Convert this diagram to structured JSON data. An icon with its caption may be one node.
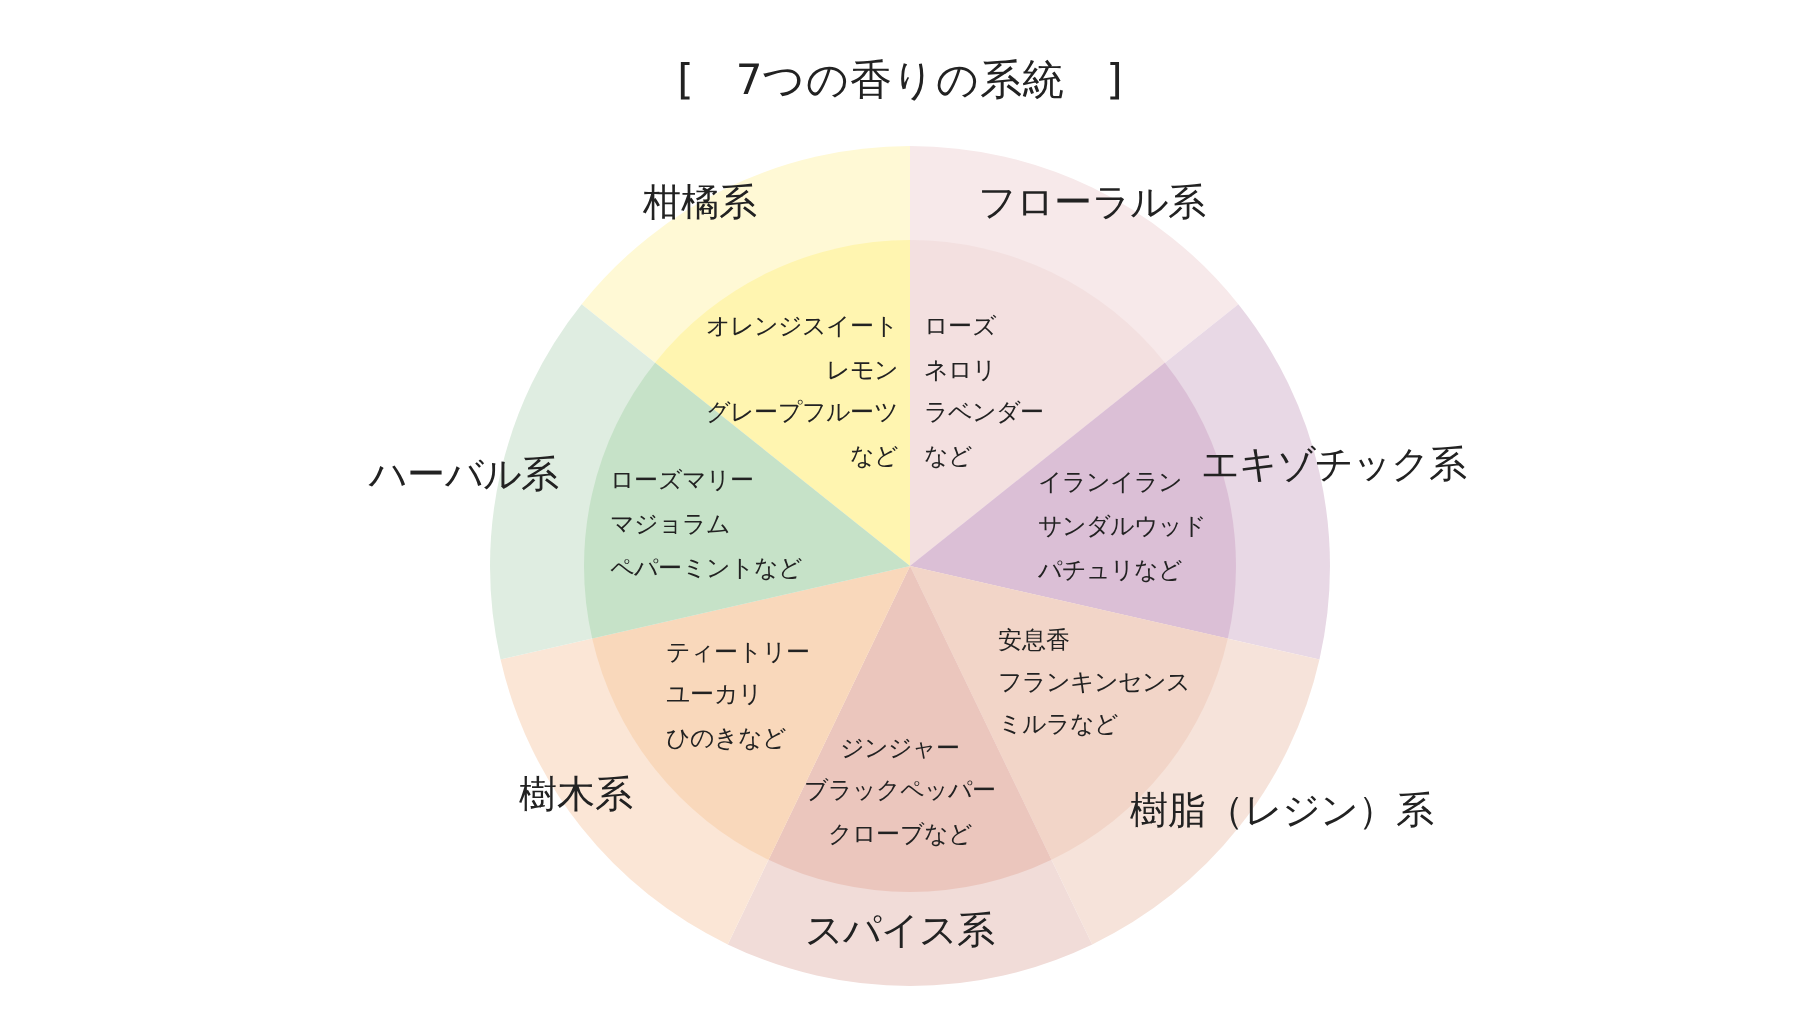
{
  "diagram": {
    "title": "[　7つの香りの系統　]",
    "nodes": [
      {
        "text": [
          "柑橘系",
          "オレンジスイート",
          "レモン",
          "グレープフルーツ",
          "など"
        ]
      },
      {
        "text": [
          "フローラル系",
          "ローズ",
          "ネロリ",
          "ラベンダー",
          "など"
        ]
      },
      {
        "text": [
          "エキゾチック系",
          "イランイラン",
          "サンダルウッド",
          "パチュリなど"
        ]
      },
      {
        "text": [
          "樹脂（レジン）系",
          "安息香",
          "フランキンセンス",
          "ミルラなど"
        ]
      },
      {
        "text": [
          "スパイス系",
          "ジンジャー",
          "ブラックペッパー",
          "クローブなど"
        ]
      },
      {
        "text": [
          "樹木系",
          "ティートリー",
          "ユーカリ",
          "ひのきなど"
        ]
      },
      {
        "text": [
          "ハーバル系",
          "ローズマリー",
          "マジョラム",
          "ペパーミントなど"
        ]
      }
    ],
    "edges": []
  }
}
